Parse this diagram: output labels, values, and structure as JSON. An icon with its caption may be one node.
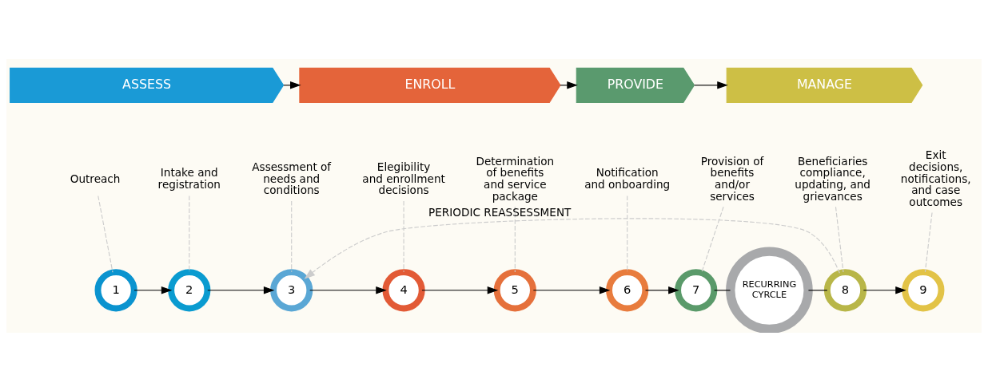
{
  "diagram": {
    "nodes": [
      {
        "text": [
          "ASSESS"
        ]
      },
      {
        "text": [
          "ENROLL"
        ]
      },
      {
        "text": [
          "PROVIDE"
        ]
      },
      {
        "text": [
          "MANAGE"
        ]
      },
      {
        "text": [
          "Outreach"
        ]
      },
      {
        "text": [
          "Intake and registration"
        ]
      },
      {
        "text": [
          "Assessment of needs and conditions"
        ]
      },
      {
        "text": [
          "Elegibility and enrollment decisions"
        ]
      },
      {
        "text": [
          "Determination of benefits and service package"
        ]
      },
      {
        "text": [
          "Notification and onboarding"
        ]
      },
      {
        "text": [
          "Provision of benefits and/or services"
        ]
      },
      {
        "text": [
          "Beneficiaries compliance, updating, and grievances"
        ]
      },
      {
        "text": [
          "Exit decisions, notifications, and case outcomes"
        ]
      },
      {
        "text": [
          "1"
        ]
      },
      {
        "text": [
          "2"
        ]
      },
      {
        "text": [
          "3"
        ]
      },
      {
        "text": [
          "4"
        ]
      },
      {
        "text": [
          "5"
        ]
      },
      {
        "text": [
          "6"
        ]
      },
      {
        "text": [
          "7"
        ]
      },
      {
        "text": [
          "8"
        ]
      },
      {
        "text": [
          "9"
        ]
      },
      {
        "text": [
          "RECURRING CYRCLE"
        ]
      }
    ],
    "edges": [
      {
        "from": 0,
        "to": 1,
        "arrow": "to"
      },
      {
        "from": 1,
        "to": 2,
        "arrow": "to"
      },
      {
        "from": 2,
        "to": 3,
        "arrow": "to"
      },
      {
        "from": 4,
        "to": 13,
        "arrow": "none",
        "style": "dashed",
        "color": "#cccccc"
      },
      {
        "from": 5,
        "to": 14,
        "arrow": "none",
        "style": "dashed",
        "color": "#cccccc"
      },
      {
        "from": 6,
        "to": 15,
        "arrow": "none",
        "style": "dashed",
        "color": "#cccccc"
      },
      {
        "from": 7,
        "to": 16,
        "arrow": "none",
        "style": "dashed",
        "color": "#cccccc"
      },
      {
        "from": 8,
        "to": 17,
        "arrow": "none",
        "style": "dashed",
        "color": "#cccccc"
      },
      {
        "from": 9,
        "to": 18,
        "arrow": "none",
        "style": "dashed",
        "color": "#cccccc"
      },
      {
        "from": 10,
        "to": 19,
        "arrow": "none",
        "style": "dashed",
        "color": "#cccccc"
      },
      {
        "from": 11,
        "to": 20,
        "arrow": "none",
        "style": "dashed",
        "color": "#cccccc"
      },
      {
        "from": 12,
        "to": 21,
        "arrow": "none",
        "style": "dashed",
        "color": "#cccccc"
      },
      {
        "from": 13,
        "to": 14,
        "arrow": "to"
      },
      {
        "from": 14,
        "to": 15,
        "arrow": "to"
      },
      {
        "from": 15,
        "to": 16,
        "arrow": "to"
      },
      {
        "from": 16,
        "to": 17,
        "arrow": "to"
      },
      {
        "from": 17,
        "to": 18,
        "arrow": "to"
      },
      {
        "from": 18,
        "to": 19,
        "arrow": "to"
      },
      {
        "from": 19,
        "to": 22,
        "arrow": "none"
      },
      {
        "from": 22,
        "to": 20,
        "arrow": "none"
      },
      {
        "from": 20,
        "to": 21,
        "arrow": "to"
      },
      {
        "from": 20,
        "to": 15,
        "arrow": "to",
        "style": "dashed",
        "color": "#cccccc",
        "label": "PERIODIC REASSESSMENT"
      }
    ]
  }
}
